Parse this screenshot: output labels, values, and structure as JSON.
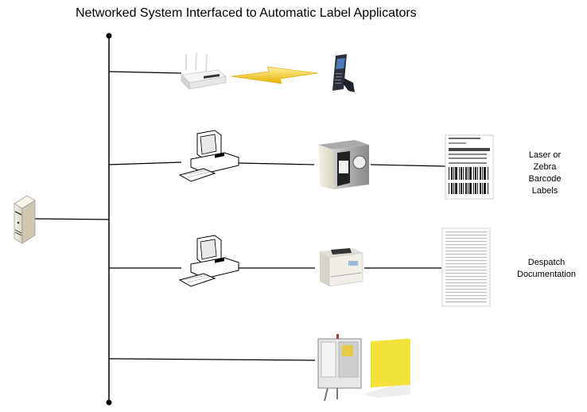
{
  "title": "Networked System Interfaced to Automatic Label Applicators",
  "nodes": {
    "server": {
      "icon": "server-tower-icon"
    },
    "router": {
      "icon": "wireless-router-icon"
    },
    "wireless_link": {
      "icon": "lightning-bolt-icon"
    },
    "handheld": {
      "icon": "handheld-scanner-icon"
    },
    "workstation_1": {
      "icon": "desktop-computer-icon"
    },
    "thermal_printer": {
      "icon": "zebra-label-printer-icon"
    },
    "barcode_label": {
      "icon": "barcode-label-icon"
    },
    "workstation_2": {
      "icon": "desktop-computer-icon"
    },
    "laser_printer": {
      "icon": "laser-printer-icon"
    },
    "despatch_document": {
      "icon": "document-sheet-icon"
    },
    "label_applicator": {
      "icon": "label-applicator-machine-icon"
    }
  },
  "captions": {
    "labels": [
      "Laser or",
      "Zebra",
      "Barcode",
      "Labels"
    ],
    "despatch": [
      "Despatch",
      "Documentation"
    ]
  },
  "colors": {
    "line": "#000000",
    "bolt": "#f5d020",
    "applicator_box": "#f2e23a"
  }
}
